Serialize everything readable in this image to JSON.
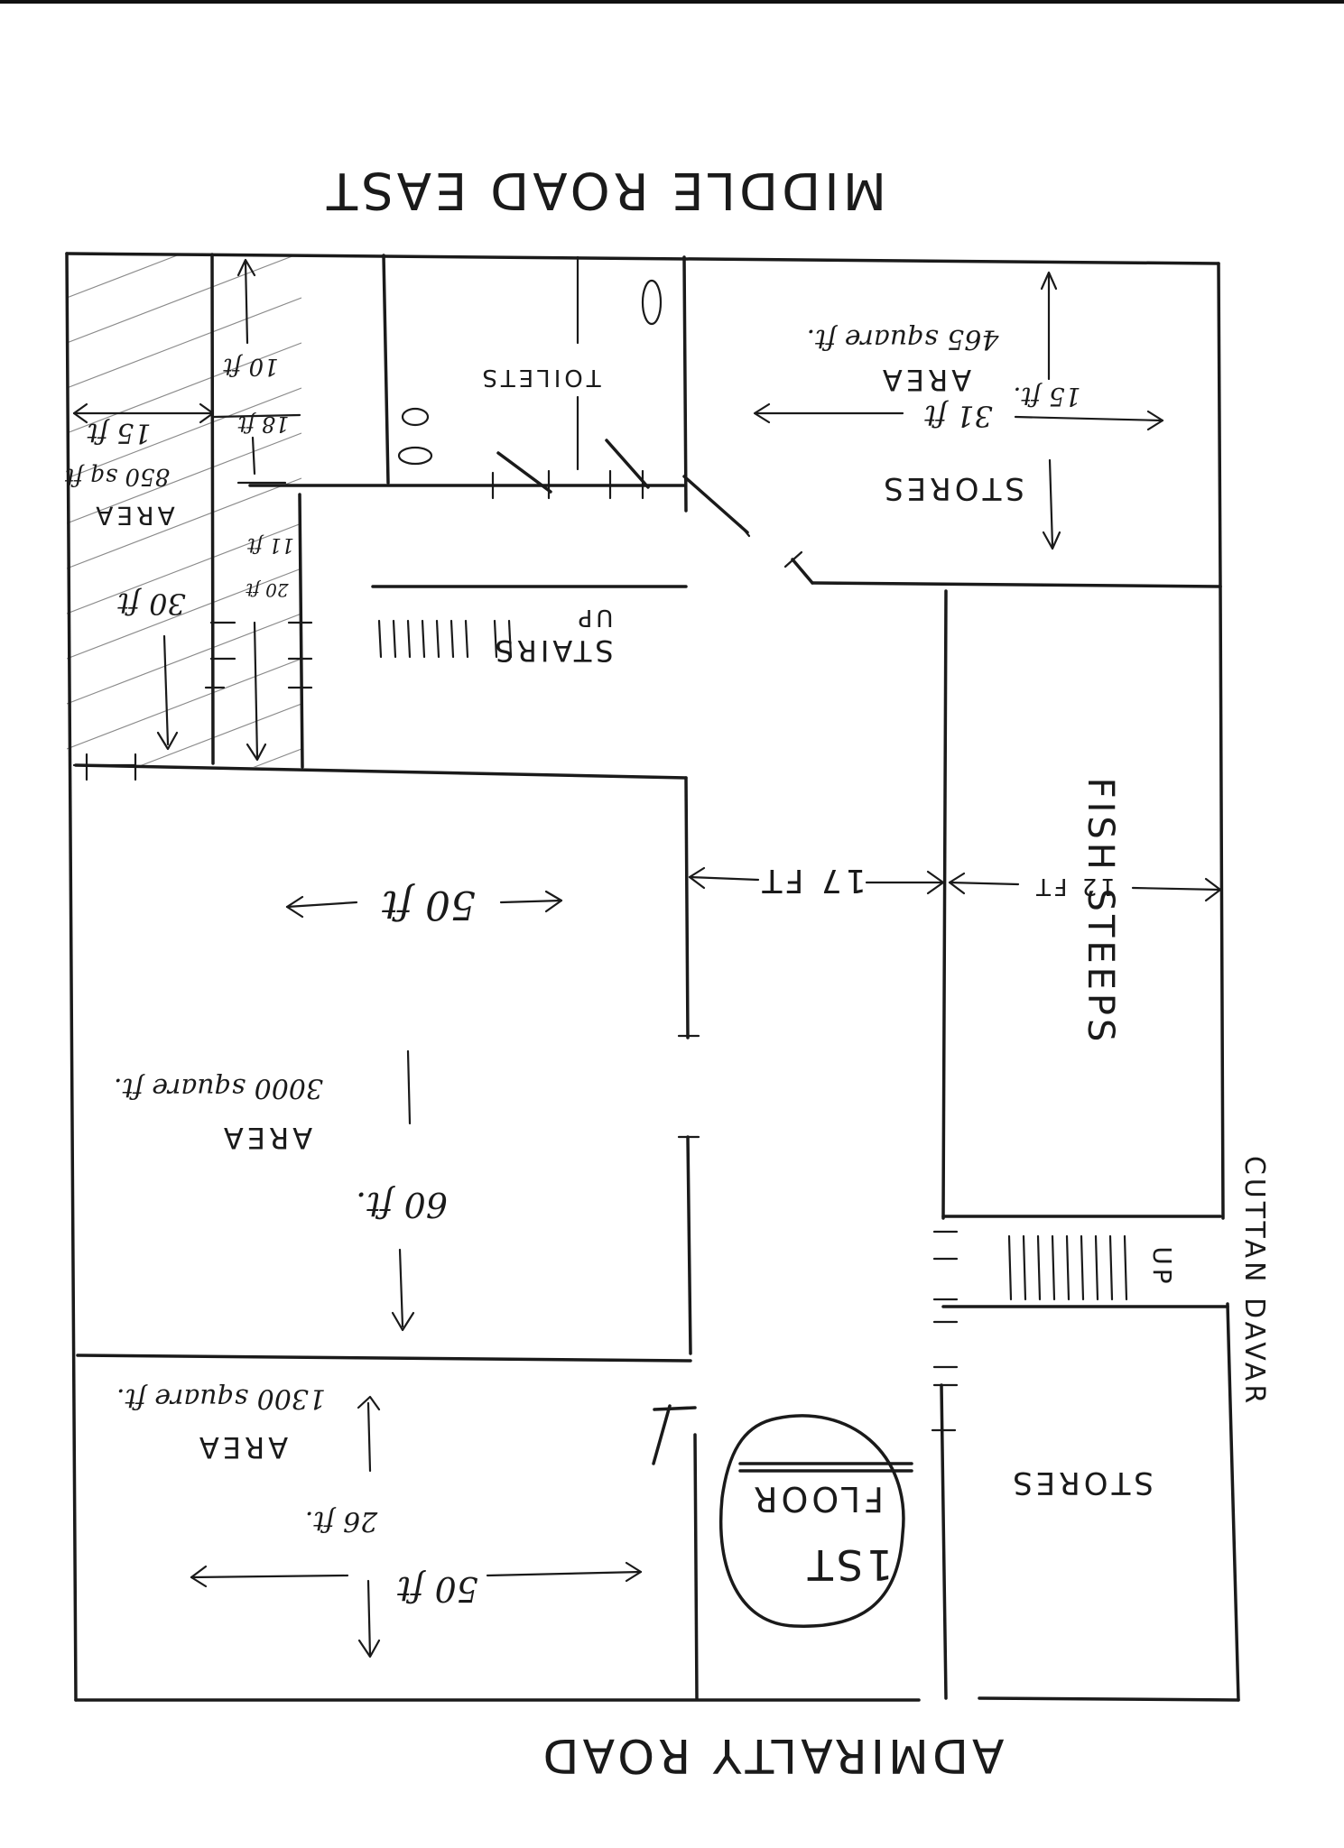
{
  "streets": {
    "north": "MIDDLE ROAD EAST",
    "south": "ADMIRALTY ROAD",
    "east": "CUTTAN DAVAR"
  },
  "rooms": {
    "stores_top": {
      "name": "STORES",
      "area_label": "AREA",
      "area_value": "465 square ft.",
      "width": "31 ft",
      "depth": "15 ft."
    },
    "toilets": {
      "name": "TOILETS"
    },
    "stairs_top": {
      "name": "STAIRS",
      "direction": "UP"
    },
    "left_strip": {
      "area_label": "AREA",
      "area_value": "850 sq ft",
      "dim_15": "15 ft",
      "dim_30": "30 ft",
      "dim_10": "10 ft",
      "dim_18": "18 ft",
      "dim_11": "11 ft",
      "dim_20": "20 ft"
    },
    "main_hall": {
      "area_label": "AREA",
      "area_value": "3000 square ft.",
      "width": "50 ft",
      "depth": "60 ft."
    },
    "corridor": {
      "width": "17 FT"
    },
    "fish_steeps": {
      "name": "FISH STEEPS",
      "width": "12 FT"
    },
    "stairs_bottom": {
      "direction": "UP"
    },
    "stores_bottom": {
      "name": "STORES"
    },
    "bottom_room": {
      "area_label": "AREA",
      "area_value": "1300 square ft.",
      "depth": "26 ft.",
      "width": "50 ft"
    },
    "floor_badge": {
      "line1": "1ST",
      "line2": "FLOOR"
    }
  },
  "colors": {
    "ink": "#1a1a1a",
    "paper": "#ffffff",
    "hatch": "#8a8a8a"
  }
}
